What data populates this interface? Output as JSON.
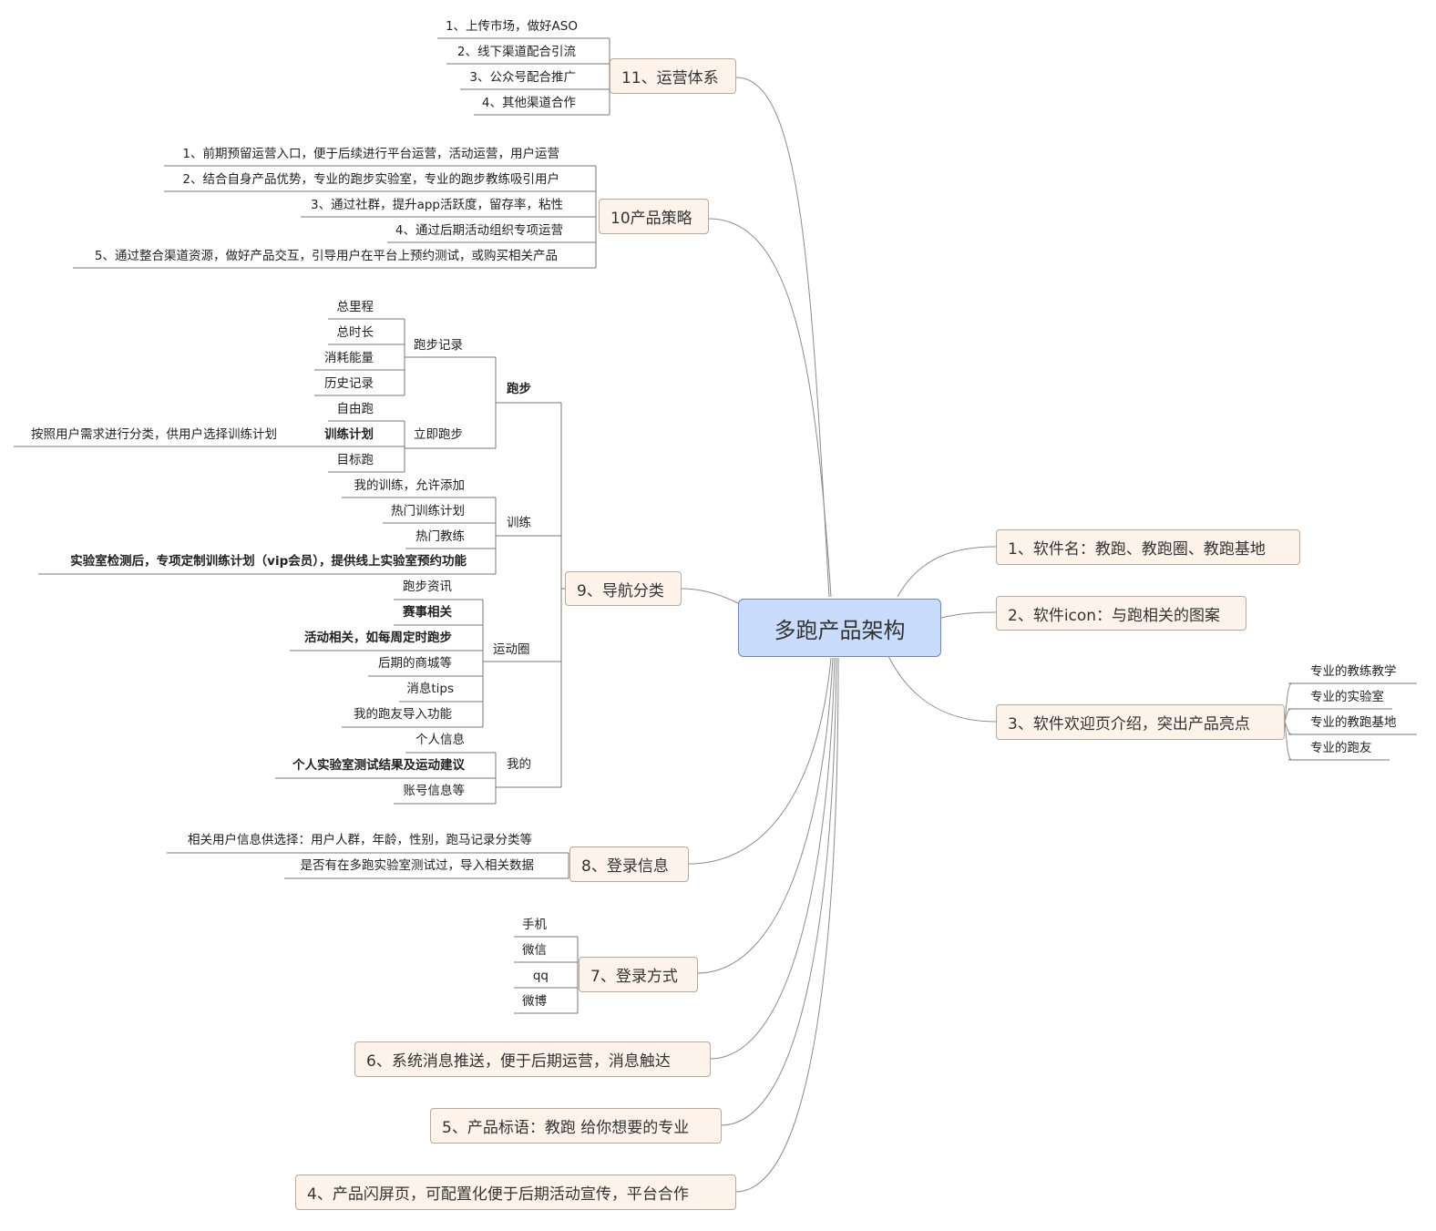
{
  "root": "多跑产品架构",
  "right": {
    "n1": "1、软件名：教跑、教跑圈、教跑基地",
    "n2": "2、软件icon：与跑相关的图案",
    "n3": "3、软件欢迎页介绍，突出产品亮点",
    "n3_items": [
      "专业的教练教学",
      "专业的实验室",
      "专业的教跑基地",
      "专业的跑友"
    ]
  },
  "left": {
    "n11": "11、运营体系",
    "n11_items": [
      "1、上传市场，做好ASO",
      "2、线下渠道配合引流",
      "3、公众号配合推广",
      "4、其他渠道合作"
    ],
    "n10": "10产品策略",
    "n10_items": [
      "1、前期预留运营入口，便于后续进行平台运营，活动运营，用户运营",
      "2、结合自身产品优势，专业的跑步实验室，专业的跑步教练吸引用户",
      "3、通过社群，提升app活跃度，留存率，粘性",
      "4、通过后期活动组织专项运营",
      "5、通过整合渠道资源，做好产品交互，引导用户在平台上预约测试，或购买相关产品"
    ],
    "n9": "9、导航分类",
    "n9_run": "跑步",
    "n9_run_record": "跑步记录",
    "n9_run_record_items": [
      "总里程",
      "总时长",
      "消耗能量",
      "历史记录"
    ],
    "n9_run_now": "立即跑步",
    "n9_run_now_items": [
      "自由跑",
      "训练计划",
      "目标跑"
    ],
    "n9_run_plan_note": "按照用户需求进行分类，供用户选择训练计划",
    "n9_train": "训练",
    "n9_train_items": [
      "我的训练，允许添加",
      "热门训练计划",
      "热门教练",
      "实验室检测后，专项定制训练计划（vip会员），提供线上实验室预约功能"
    ],
    "n9_circle": "运动圈",
    "n9_circle_items": [
      "跑步资讯",
      "赛事相关",
      "活动相关，如每周定时跑步",
      "后期的商城等",
      "消息tips",
      "我的跑友导入功能"
    ],
    "n9_mine": "我的",
    "n9_mine_items": [
      "个人信息",
      "个人实验室测试结果及运动建议",
      "账号信息等"
    ],
    "n8": "8、登录信息",
    "n8_items": [
      "相关用户信息供选择：用户人群，年龄，性别，跑马记录分类等",
      "是否有在多跑实验室测试过，导入相关数据"
    ],
    "n7": "7、登录方式",
    "n7_items": [
      "手机",
      "微信",
      "qq",
      "微博"
    ],
    "n6": "6、系统消息推送，便于后期运营，消息触达",
    "n5": "5、产品标语：教跑 给你想要的专业",
    "n4": "4、产品闪屏页，可配置化便于后期活动宣传，平台合作"
  }
}
